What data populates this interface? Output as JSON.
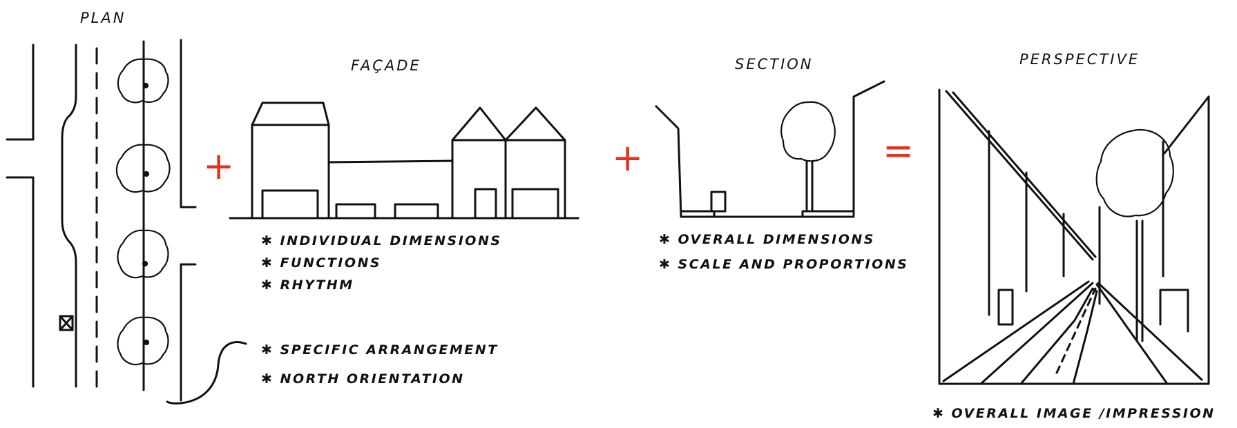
{
  "titles": {
    "plan": "PLAN",
    "facade": "FAÇADE",
    "section": "SECTION",
    "perspective": "PERSPECTIVE"
  },
  "operators": {
    "plus_1": "+",
    "plus_2": "+",
    "equals": "="
  },
  "operator_color": "#e8301f",
  "bullet_glyph": "✱",
  "facade_notes": [
    "INDIVIDUAL DIMENSIONS",
    "FUNCTIONS",
    "RHYTHM"
  ],
  "plan_notes": [
    "SPECIFIC ARRANGEMENT",
    "NORTH ORIENTATION"
  ],
  "section_notes": [
    "OVERALL DIMENSIONS",
    "SCALE AND PROPORTIONS"
  ],
  "perspective_notes": [
    "OVERALL IMAGE /IMPRESSION"
  ],
  "icons": {
    "tree": "tree-icon",
    "building": "building-icon",
    "kiosk": "kiosk-icon"
  }
}
